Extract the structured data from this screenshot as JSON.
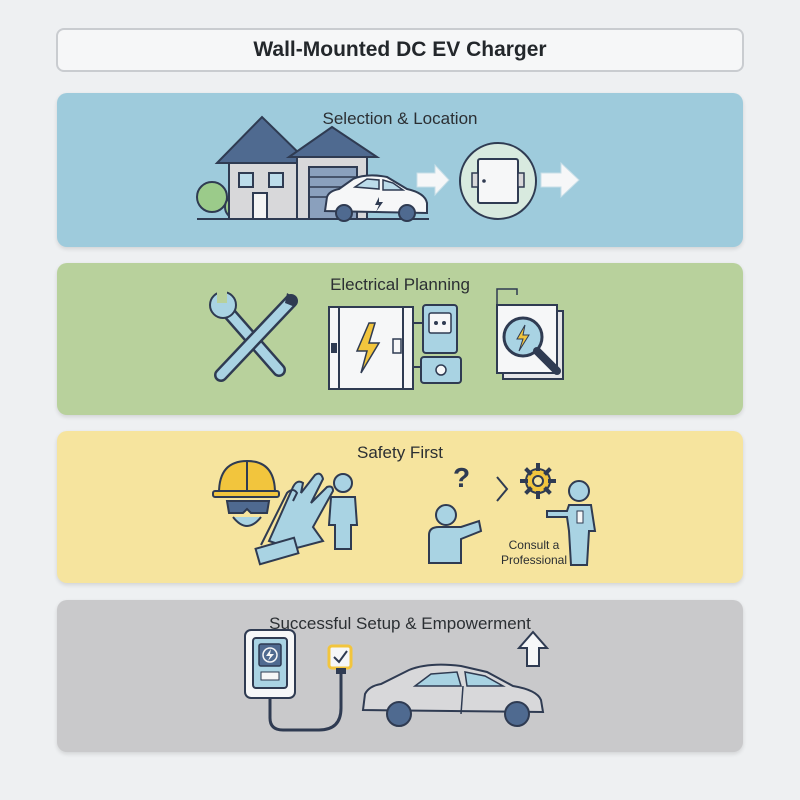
{
  "title": "Wall-Mounted DC EV Charger",
  "colors": {
    "selection_bg": "#9ecbdc",
    "planning_bg": "#b8d19c",
    "safety_bg": "#f6e49e",
    "success_bg": "#c9c9cb",
    "stroke": "#2f3b52",
    "icon_blue": "#a9d3e3",
    "icon_yellow": "#f2c53d"
  },
  "sections": [
    {
      "heading": "Selection & Location",
      "icons": [
        "house-icon",
        "garage-icon",
        "car-icon",
        "arrow-right-icon",
        "wall-charger-box-icon",
        "arrow-right-icon"
      ]
    },
    {
      "heading": "Electrical Planning",
      "icons": [
        "wrench-screwdriver-icon",
        "electrical-panel-icon",
        "outlet-icon",
        "magnifier-document-icon"
      ]
    },
    {
      "heading": "Safety First",
      "icons": [
        "hard-hat-icon",
        "safety-goggles-icon",
        "gloves-icon",
        "person-icon",
        "question-mark-icon",
        "gear-icon",
        "electrician-icon"
      ],
      "note": "Consult a Professional"
    },
    {
      "heading": "Successful Setup & Empowerment",
      "icons": [
        "wall-charger-icon",
        "checkmark-icon",
        "charging-cable-icon",
        "car-icon",
        "arrow-up-icon"
      ]
    }
  ]
}
